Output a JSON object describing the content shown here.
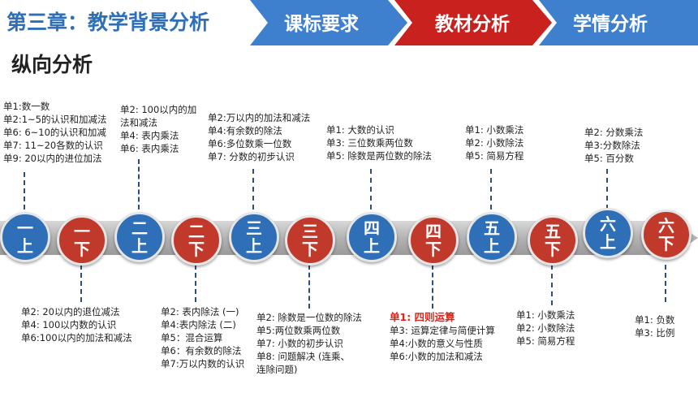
{
  "header": {
    "chapter_title": "第三章：教学背景分析",
    "tabs": [
      {
        "label": "课标要求",
        "active": false
      },
      {
        "label": "教材分析",
        "active": true
      },
      {
        "label": "学情分析",
        "active": false
      }
    ],
    "colors": {
      "tab": "#3e80cd",
      "tab_active": "#c9211e",
      "chapter": "#2e6fb8"
    }
  },
  "section_title": "纵向分析",
  "nodes": [
    {
      "id": "1a",
      "top": "一",
      "bottom": "上",
      "color": "blue"
    },
    {
      "id": "1b",
      "top": "一",
      "bottom": "下",
      "color": "red"
    },
    {
      "id": "2a",
      "top": "二",
      "bottom": "上",
      "color": "blue"
    },
    {
      "id": "2b",
      "top": "二",
      "bottom": "下",
      "color": "red"
    },
    {
      "id": "3a",
      "top": "三",
      "bottom": "上",
      "color": "blue"
    },
    {
      "id": "3b",
      "top": "三",
      "bottom": "下",
      "color": "red"
    },
    {
      "id": "4a",
      "top": "四",
      "bottom": "上",
      "color": "blue"
    },
    {
      "id": "4b",
      "top": "四",
      "bottom": "下",
      "color": "red"
    },
    {
      "id": "5a",
      "top": "五",
      "bottom": "上",
      "color": "blue"
    },
    {
      "id": "5b",
      "top": "五",
      "bottom": "下",
      "color": "red"
    },
    {
      "id": "6a",
      "top": "六",
      "bottom": "上",
      "color": "blue"
    },
    {
      "id": "6b",
      "top": "六",
      "bottom": "下",
      "color": "red"
    }
  ],
  "texts": {
    "g1a": [
      "单1:数一数",
      "单2:1~5的认识和加减法",
      "单6: 6~10的认识和加减",
      "单7: 11~20各数的认识",
      "单9: 20以内的进位加法"
    ],
    "g1b": [
      "单2: 20以内的退位减法",
      "单4: 100以内数的认识",
      "单6:100以内的加法和减法"
    ],
    "g2a": [
      "单2: 100以内的加",
      "法和减法",
      "单4: 表内乘法",
      "单6: 表内乘法"
    ],
    "g2b": [
      "单2: 表内除法 (一)",
      "单4:表内除法 (二)",
      "单5：混合运算",
      "单6：有余数的除法",
      "单7:万以内数的认识"
    ],
    "g3a": [
      "单2:万以内的加法和减法",
      "单4:有余数的除法",
      "单6:多位数乘一位数",
      "单7: 分数的初步认识"
    ],
    "g3b": [
      "单2: 除数是一位数的除法",
      "单5:两位数乘两位数",
      "单7: 小数的初步认识",
      "单8: 问题解决 (连乘、",
      "连除问题)"
    ],
    "g4a": [
      "单1: 大数的认识",
      "单3: 三位数乘两位数",
      "单5: 除数是两位数的除法"
    ],
    "g4b_highlight": "单1: 四则运算",
    "g4b": [
      "单3: 运算定律与简便计算",
      "单4:小数的意义与性质",
      "单6:小数的加法和减法"
    ],
    "g5a": [
      "单1: 小数乘法",
      "单2: 小数除法",
      "单5: 简易方程"
    ],
    "g5b": [
      "单1: 小数乘法",
      "单2: 小数除法",
      "单5: 简易方程"
    ],
    "g6a": [
      "单2: 分数乘法",
      "单3:分数除法",
      "单5: 百分数"
    ],
    "g6b": [
      "单1: 负数",
      "单3: 比例"
    ]
  }
}
